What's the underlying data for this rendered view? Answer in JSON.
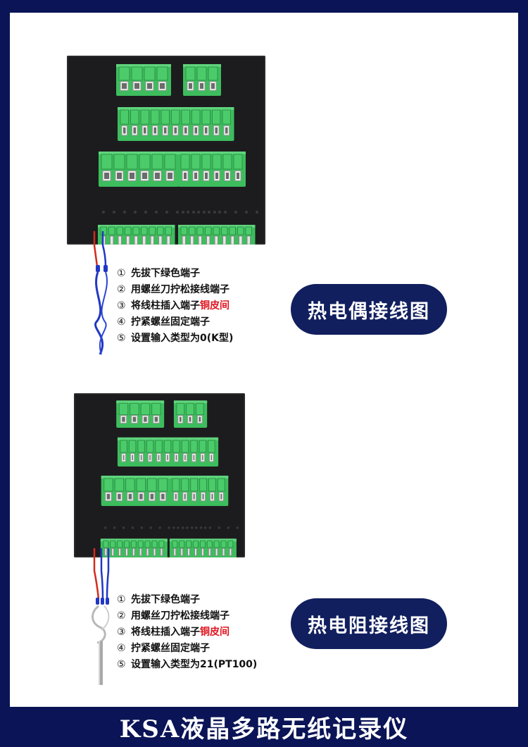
{
  "colors": {
    "background": "#0a1456",
    "pill": "#111f5e",
    "panel": "#1c1c1e",
    "terminal_green": "#3dbd5d",
    "highlight_red": "#e0141e",
    "wire_red": "#d42a1c",
    "wire_blue": "#2137c4"
  },
  "sections": [
    {
      "badge": "热电偶接线图",
      "steps": [
        {
          "num": "①",
          "text": "先拔下绿色端子",
          "highlight": ""
        },
        {
          "num": "②",
          "text": "用螺丝刀拧松接线端子",
          "highlight": ""
        },
        {
          "num": "③",
          "text": "将线柱插入端子",
          "highlight": "铜皮间"
        },
        {
          "num": "④",
          "text": "拧紧螺丝固定端子",
          "highlight": ""
        },
        {
          "num": "⑤",
          "text": "设置输入类型为0(K型)",
          "highlight": ""
        }
      ]
    },
    {
      "badge": "热电阻接线图",
      "steps": [
        {
          "num": "①",
          "text": "先拔下绿色端子",
          "highlight": ""
        },
        {
          "num": "②",
          "text": "用螺丝刀拧松接线端子",
          "highlight": ""
        },
        {
          "num": "③",
          "text": "将线柱插入端子",
          "highlight": "铜皮间"
        },
        {
          "num": "④",
          "text": "拧紧螺丝固定端子",
          "highlight": ""
        },
        {
          "num": "⑤",
          "text": "设置输入类型为21(PT100)",
          "highlight": ""
        }
      ]
    }
  ],
  "footer": {
    "title": "KSA液晶多路无纸记录仪"
  }
}
